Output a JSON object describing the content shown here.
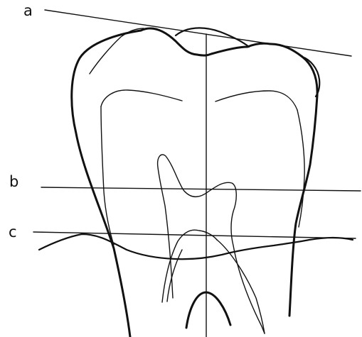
{
  "diagram": {
    "labels": {
      "a": "a",
      "b": "b",
      "c": "c"
    }
  }
}
